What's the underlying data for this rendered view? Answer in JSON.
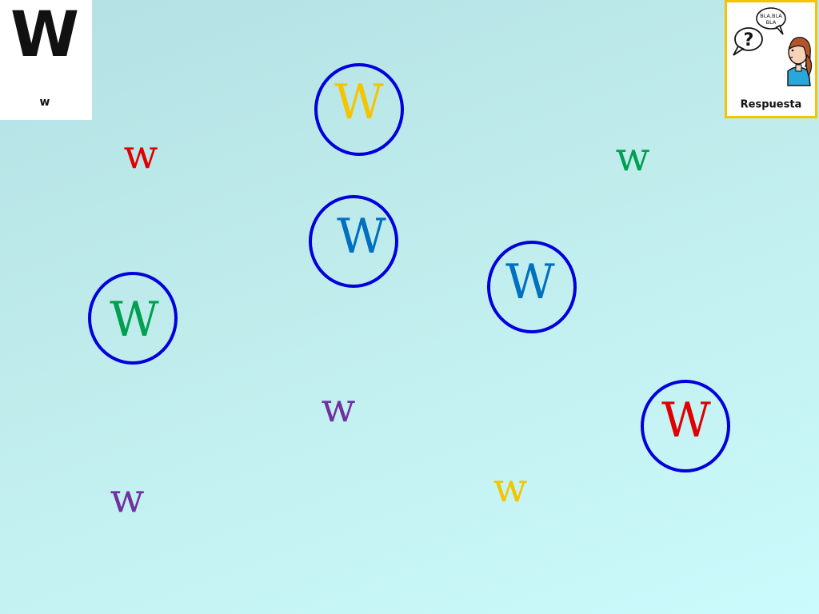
{
  "pictogram_card": {
    "glyph": "W",
    "caption": "w"
  },
  "answer_card": {
    "label": "Respuesta",
    "speech": "BLA,BLA BLA",
    "speech_line1": "BLA,BLA",
    "speech_line2": "BLA",
    "question": "?",
    "border_color": "#f5c400"
  },
  "ring_color": "#0000dc",
  "letters": [
    {
      "id": "w-yellow-big",
      "text": "W",
      "color": "#f5c400",
      "circled": true
    },
    {
      "id": "w-red-small",
      "text": "w",
      "color": "#e00000",
      "circled": false
    },
    {
      "id": "w-green-small",
      "text": "w",
      "color": "#00a050",
      "circled": false
    },
    {
      "id": "w-blue-big-1",
      "text": "W",
      "color": "#0070c0",
      "circled": true
    },
    {
      "id": "w-blue-big-2",
      "text": "W",
      "color": "#0070c0",
      "circled": true
    },
    {
      "id": "w-green-big",
      "text": "W",
      "color": "#00a050",
      "circled": true
    },
    {
      "id": "w-purple-small-1",
      "text": "w",
      "color": "#7030a0",
      "circled": false
    },
    {
      "id": "w-red-big",
      "text": "W",
      "color": "#e00000",
      "circled": true
    },
    {
      "id": "w-yellow-small",
      "text": "w",
      "color": "#f5c400",
      "circled": false
    },
    {
      "id": "w-purple-small-2",
      "text": "w",
      "color": "#7030a0",
      "circled": false
    }
  ]
}
